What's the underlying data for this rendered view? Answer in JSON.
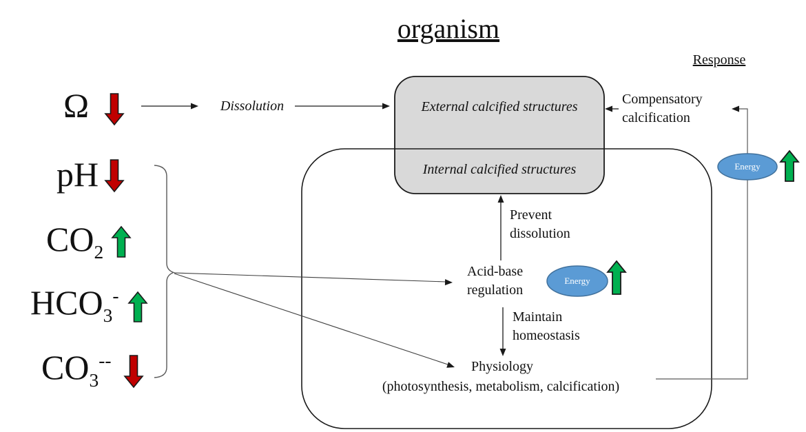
{
  "title": "organism",
  "response_label": "Response",
  "colors": {
    "decrease_red": "#c00000",
    "increase_green": "#00b050",
    "energy_fill": "#5b9bd5",
    "energy_stroke": "#41719c",
    "structure_box_gray": "#d9d9d9",
    "line_black": "#1a1a1a",
    "line_gray": "#595959"
  },
  "left_factors": {
    "items": [
      {
        "main": "Ω",
        "sub": "",
        "sup": "",
        "direction": "decrease"
      },
      {
        "main": "pH",
        "sub": "",
        "sup": "",
        "direction": "decrease"
      },
      {
        "main": "CO",
        "sub": "2",
        "sup": "",
        "direction": "increase"
      },
      {
        "main": "HCO",
        "sub": "3",
        "sup": "-",
        "direction": "increase"
      },
      {
        "main": "CO",
        "sub": "3",
        "sup": "--",
        "direction": "decrease"
      }
    ]
  },
  "pathway": {
    "dissolution": "Dissolution",
    "external_structures": "External calcified structures",
    "internal_structures": "Internal calcified structures",
    "prevent_dissolution": "Prevent dissolution",
    "acid_base_regulation": "Acid-base regulation",
    "maintain_homeostasis": "Maintain homeostasis",
    "physiology": "Physiology",
    "physiology_detail": "(photosynthesis, metabolism, calcification)",
    "compensatory_calcification": "Compensatory calcification",
    "energy": "Energy"
  }
}
